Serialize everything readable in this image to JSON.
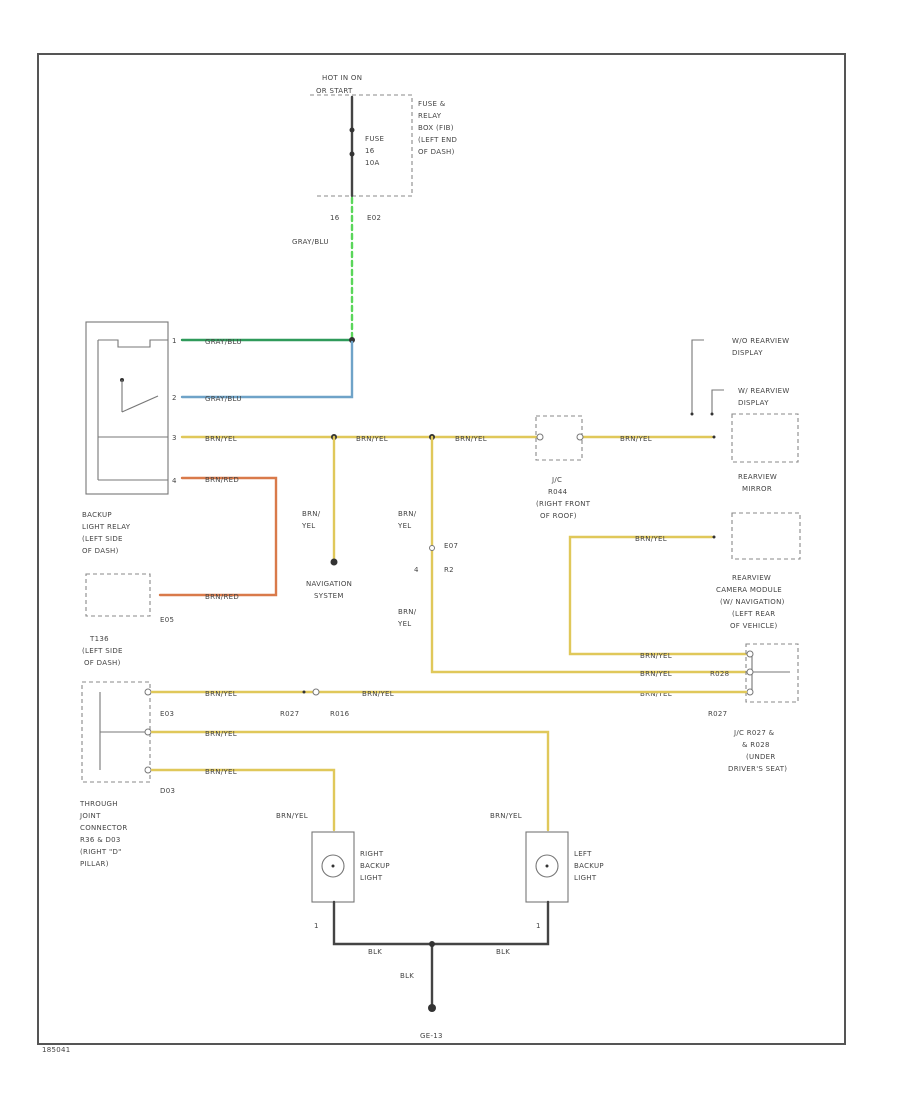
{
  "colors": {
    "gray_blue": "#2f9a5a",
    "gray_blue_2": "#6fa3c8",
    "gray_blue_dashed": "#5ad65a",
    "brown_yellow": "#e0c85a",
    "brown_red": "#d97a4a",
    "black": "#444444"
  },
  "labels": {
    "hot_in_on": "HOT IN ON",
    "or_start": "OR START",
    "fuse_relay_1": "FUSE &",
    "fuse_relay_2": "RELAY",
    "fuse_relay_3": "BOX (FIB)",
    "fuse_relay_4": "(LEFT END",
    "fuse_relay_5": "OF DASH)",
    "fuse_1": "FUSE",
    "fuse_2": "16",
    "fuse_3": "10A",
    "pin_16": "16",
    "conn_e02": "E02",
    "wire_gray_blu_v": "GRAY/BLU",
    "wire_gray_blu_1": "GRAY/BLU",
    "wire_gray_blu_2": "GRAY/BLU",
    "wire_brn_yel_1": "BRN/YEL",
    "wire_brn_yel_2": "BRN/YEL",
    "wire_brn_yel_3": "BRN/YEL",
    "wire_brn_yel_4": "BRN/YEL",
    "wire_brn_yel_5": "BRN/YEL",
    "wire_brn_red_1": "BRN/RED",
    "wire_brn_red_2": "BRN/RED",
    "pin_1": "1",
    "pin_2": "2",
    "pin_3": "3",
    "pin_4": "4",
    "relay_1": "BACKUP",
    "relay_2": "LIGHT RELAY",
    "relay_3": "(LEFT SIDE",
    "relay_4": "OF DASH)",
    "e05": "E05",
    "brn_a": "BRN/",
    "yel_a": "YEL",
    "brn_b": "BRN/",
    "yel_b": "YEL",
    "brn_c": "BRN/",
    "yel_c": "YEL",
    "nav_1": "NAVIGATION",
    "nav_2": "SYSTEM",
    "e07": "E07",
    "r2": "R2",
    "jc_1": "J/C",
    "jc_2": "R044",
    "jc_3": "(RIGHT FRONT",
    "jc_4": "OF ROOF)",
    "wo_rear_1": "W/O REARVIEW",
    "wo_rear_2": "DISPLAY",
    "w_rear_1": "W/ REARVIEW",
    "w_rear_2": "DISPLAY",
    "mirror_1": "REARVIEW",
    "mirror_2": "MIRROR",
    "cam_1": "REARVIEW",
    "cam_2": "CAMERA MODULE",
    "cam_3": "(W/ NAVIGATION)",
    "cam_4": "(LEFT REAR",
    "cam_5": "OF VEHICLE)",
    "r028": "R028",
    "r027_a": "R027",
    "r016": "R016",
    "r027_b": "R027",
    "jc2_1": "J/C R027 &",
    "jc2_2": "& R028",
    "jc2_3": "(UNDER",
    "jc2_4": "DRIVER'S SEAT)",
    "t136_1": "T136",
    "t136_2": "(LEFT SIDE",
    "t136_3": "OF DASH)",
    "e03": "E03",
    "d03": "D03",
    "through_1": "THROUGH",
    "through_2": "JOINT",
    "through_3": "CONNECTOR",
    "through_4": "R36 & D03",
    "through_5": "(RIGHT \"D\"",
    "through_6": "PILLAR)",
    "rbl_1": "RIGHT",
    "rbl_2": "BACKUP",
    "rbl_3": "LIGHT",
    "lbl_1": "LEFT",
    "lbl_2": "BACKUP",
    "lbl_3": "LIGHT",
    "blk_1": "BLK",
    "blk_2": "BLK",
    "blk_3": "BLK",
    "ground": "GE-13",
    "code": "185041"
  }
}
